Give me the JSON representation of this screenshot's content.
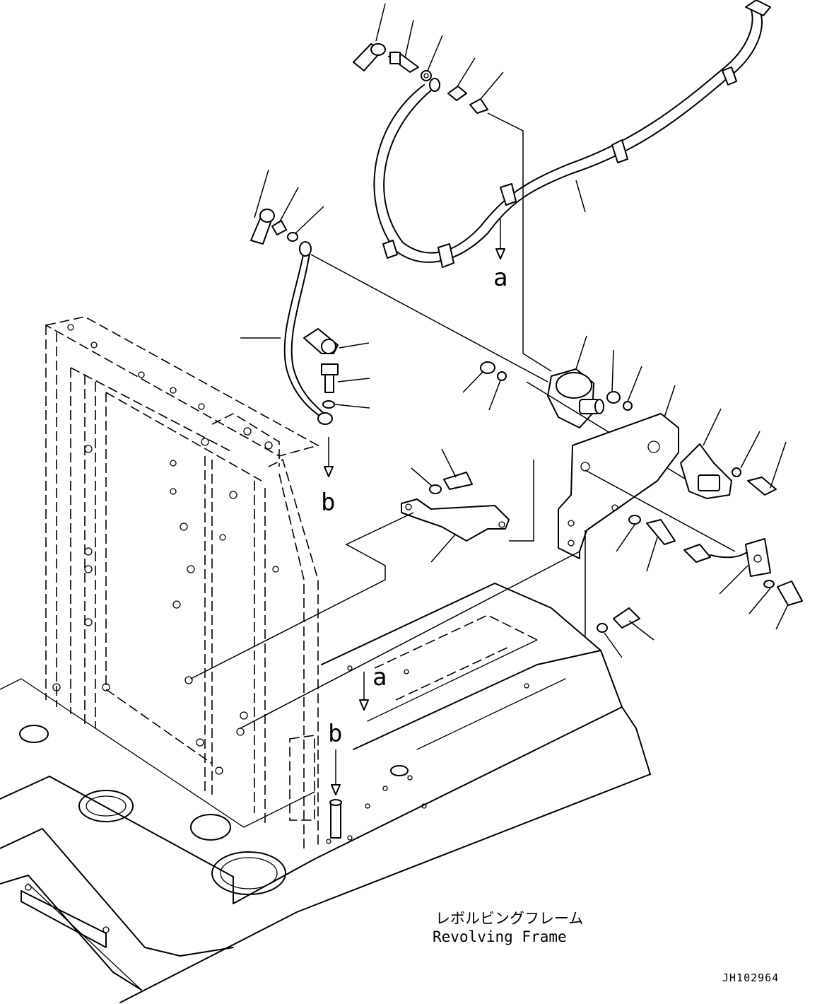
{
  "reference_labels": {
    "a_top": "a",
    "b_cable": "b",
    "a_frame": "a",
    "b_frame": "b"
  },
  "caption": {
    "japanese": "レボルビングフレーム",
    "english": "Revolving Frame"
  },
  "drawing_code": "JH102964"
}
